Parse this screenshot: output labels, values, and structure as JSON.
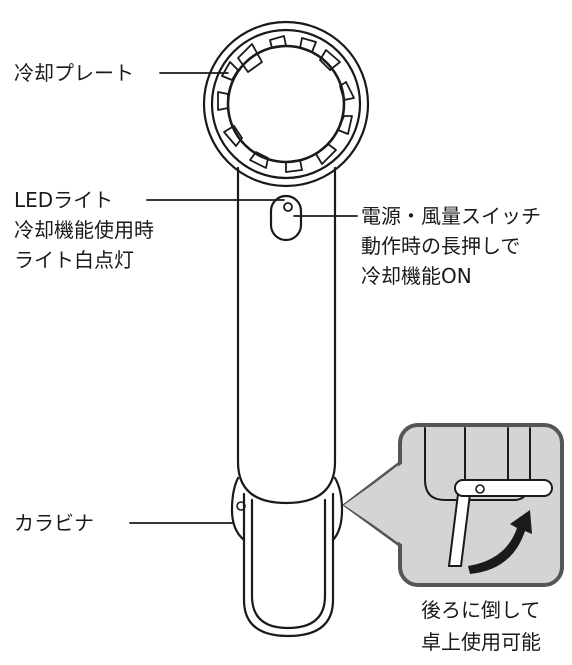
{
  "labels": {
    "cooling_plate": "冷却プレート",
    "led_light": [
      "LEDライト",
      "冷却機能使用時",
      "ライト白点灯"
    ],
    "power_switch": [
      "電源・風量スイッチ",
      "動作時の長押しで",
      "冷却機能ON"
    ],
    "carabiner": "カラビナ",
    "stand_note": [
      "後ろに倒して",
      "卓上使用可能"
    ]
  },
  "colors": {
    "line": "#1a1a1a",
    "inset_fill": "#d4d4d4",
    "inset_border": "#555555"
  },
  "icons": {
    "arrow": "curved-arrow-icon"
  }
}
